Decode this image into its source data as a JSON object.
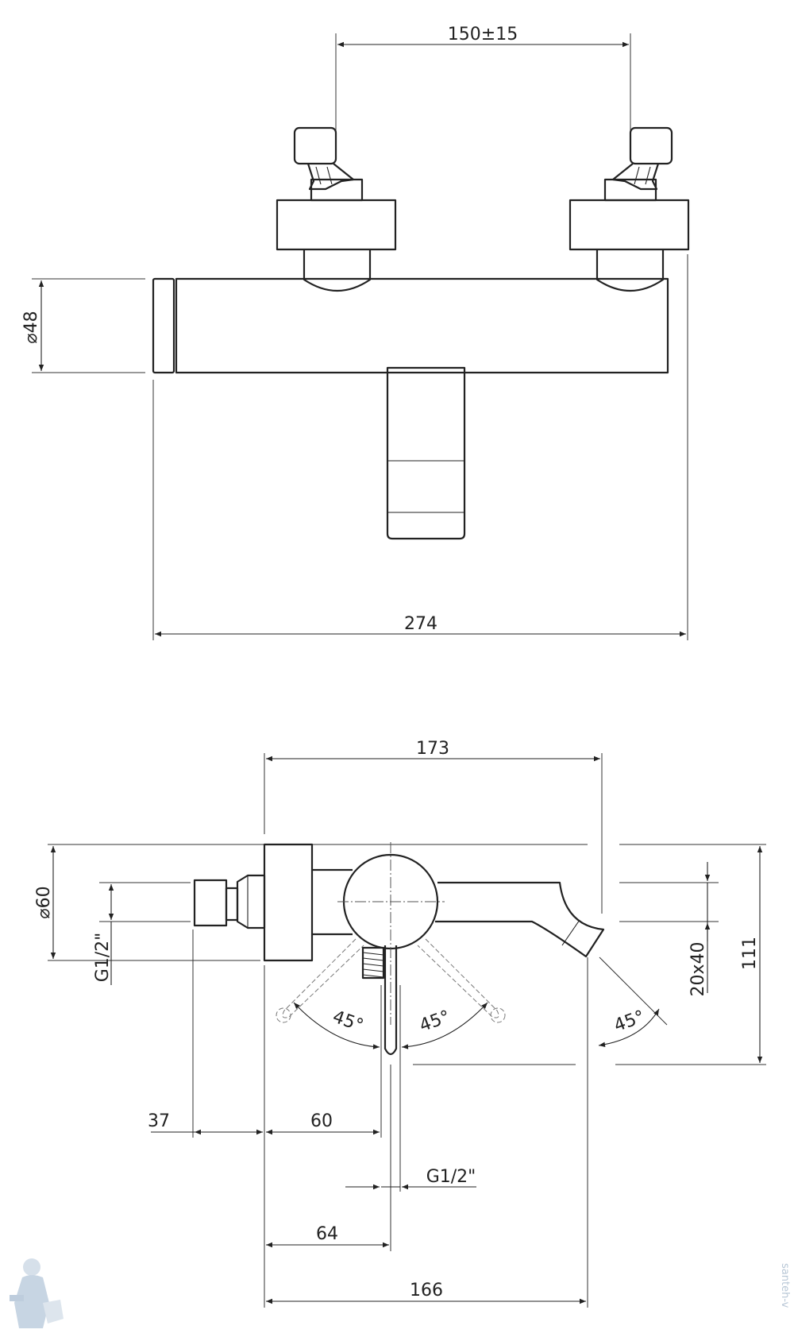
{
  "top_view": {
    "dim_handle_spacing": "150±15",
    "dim_diameter_body": "⌀48",
    "dim_total_width": "274"
  },
  "side_view": {
    "dim_length_top": "173",
    "dim_diameter_60": "⌀60",
    "dim_thread_inlet": "G1/2\"",
    "dim_spout_section": "20x40",
    "dim_height": "111",
    "angle_left": "45°",
    "angle_right": "45°",
    "angle_spout": "45°",
    "dim_37": "37",
    "dim_60": "60",
    "dim_thread_outlet": "G1/2\"",
    "dim_64": "64",
    "dim_166": "166"
  },
  "watermark": {
    "vertical_text": "santeh-v",
    "icon": "plumber-mascot-icon"
  },
  "colors": {
    "line": "#222222",
    "background": "#ffffff",
    "watermark": "#b8c7d6"
  }
}
